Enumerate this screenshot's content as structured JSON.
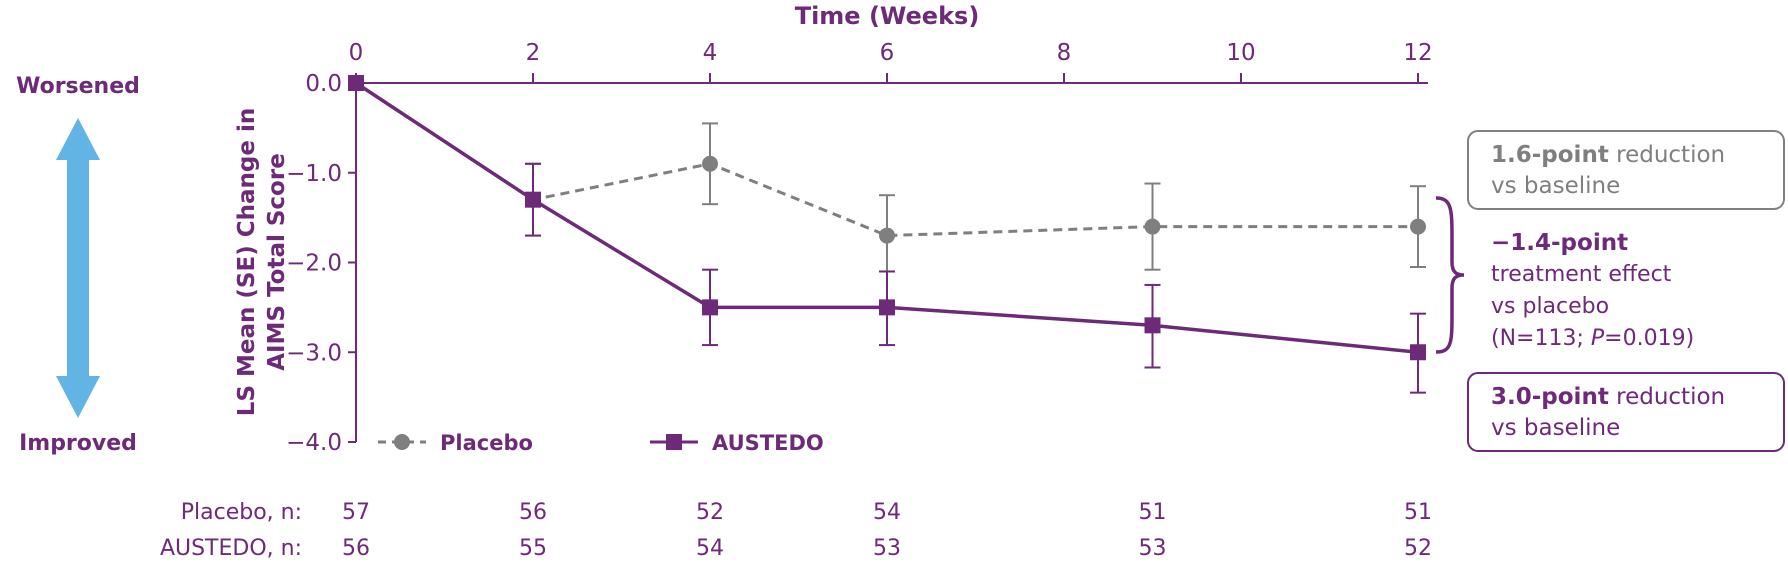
{
  "colors": {
    "purple": "#6c2a78",
    "gray": "#7f7f7f",
    "blue": "#62b4e5"
  },
  "chart_data": {
    "type": "line",
    "xlabel": "Time (Weeks)",
    "ylabel_line1": "LS Mean (SE) Change in",
    "ylabel_line2": "AIMS Total Score",
    "xlim": [
      0,
      12
    ],
    "ylim": [
      -4,
      0
    ],
    "x_ticks": [
      0,
      2,
      4,
      6,
      8,
      10,
      12
    ],
    "y_ticks": [
      0,
      -1,
      -2,
      -3,
      -4
    ],
    "y_tick_labels": [
      "0.0",
      "−1.0",
      "−2.0",
      "−3.0",
      "−4.0"
    ],
    "direction_top": "Worsened",
    "direction_bottom": "Improved",
    "legend_placement": "bottom-left",
    "series": [
      {
        "name": "Placebo",
        "style": "dashed-circle",
        "x": [
          0,
          2,
          4,
          6,
          9,
          12
        ],
        "y": [
          0,
          -1.3,
          -0.9,
          -1.7,
          -1.6,
          -1.6
        ],
        "se_upper": [
          0,
          -0.9,
          -0.45,
          -1.25,
          -1.12,
          -1.15
        ],
        "se_lower": [
          0,
          -1.7,
          -1.35,
          -2.1,
          -2.08,
          -2.05
        ]
      },
      {
        "name": "AUSTEDO",
        "style": "solid-square",
        "x": [
          0,
          2,
          4,
          6,
          9,
          12
        ],
        "y": [
          0,
          -1.3,
          -2.5,
          -2.5,
          -2.7,
          -3.0
        ],
        "se_upper": [
          0,
          -0.9,
          -2.08,
          -2.1,
          -2.25,
          -2.57
        ],
        "se_lower": [
          0,
          -1.7,
          -2.92,
          -2.92,
          -3.17,
          -3.45
        ]
      }
    ],
    "annotations": {
      "placebo_box": {
        "bold": "1.6-point",
        "rest": " reduction",
        "line2": "vs baseline"
      },
      "treatment_effect": {
        "bold": "−1.4-point",
        "line2": "treatment effect",
        "line3": "vs placebo",
        "line4_pre": "(N=113; ",
        "line4_italic": "P",
        "line4_post": "=0.019)"
      },
      "austedo_box": {
        "bold": "3.0-point",
        "rest": " reduction",
        "line2": "vs baseline"
      }
    },
    "n_table": {
      "weeks": [
        0,
        2,
        4,
        6,
        9,
        12
      ],
      "rows": [
        {
          "label": "Placebo, n:",
          "values": [
            "57",
            "56",
            "52",
            "54",
            "51",
            "51"
          ]
        },
        {
          "label": "AUSTEDO, n:",
          "values": [
            "56",
            "55",
            "54",
            "53",
            "53",
            "52"
          ]
        }
      ]
    }
  }
}
